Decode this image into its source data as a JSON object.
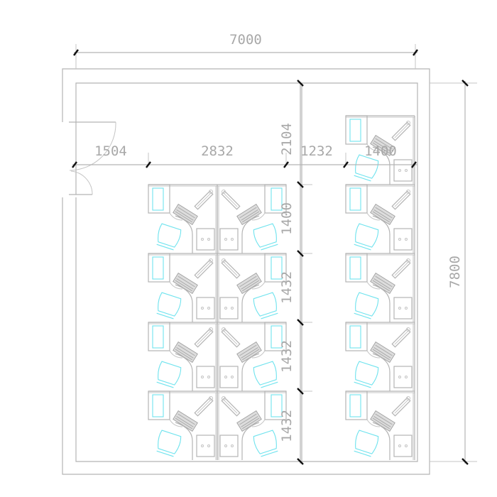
{
  "drawing": {
    "overall_width": "7000",
    "overall_height": "7800",
    "horizontal_dims": [
      "1504",
      "2832",
      "1232",
      "1400"
    ],
    "corridor_dim": "2104",
    "row_dims": [
      "1400",
      "1432",
      "1432",
      "1432"
    ]
  },
  "colors": {
    "wall": "#b4b4b4",
    "furniture_accent": "#6fe3ee",
    "dimension_tick": "#111111",
    "dimension_text": "#a8a8a8"
  }
}
